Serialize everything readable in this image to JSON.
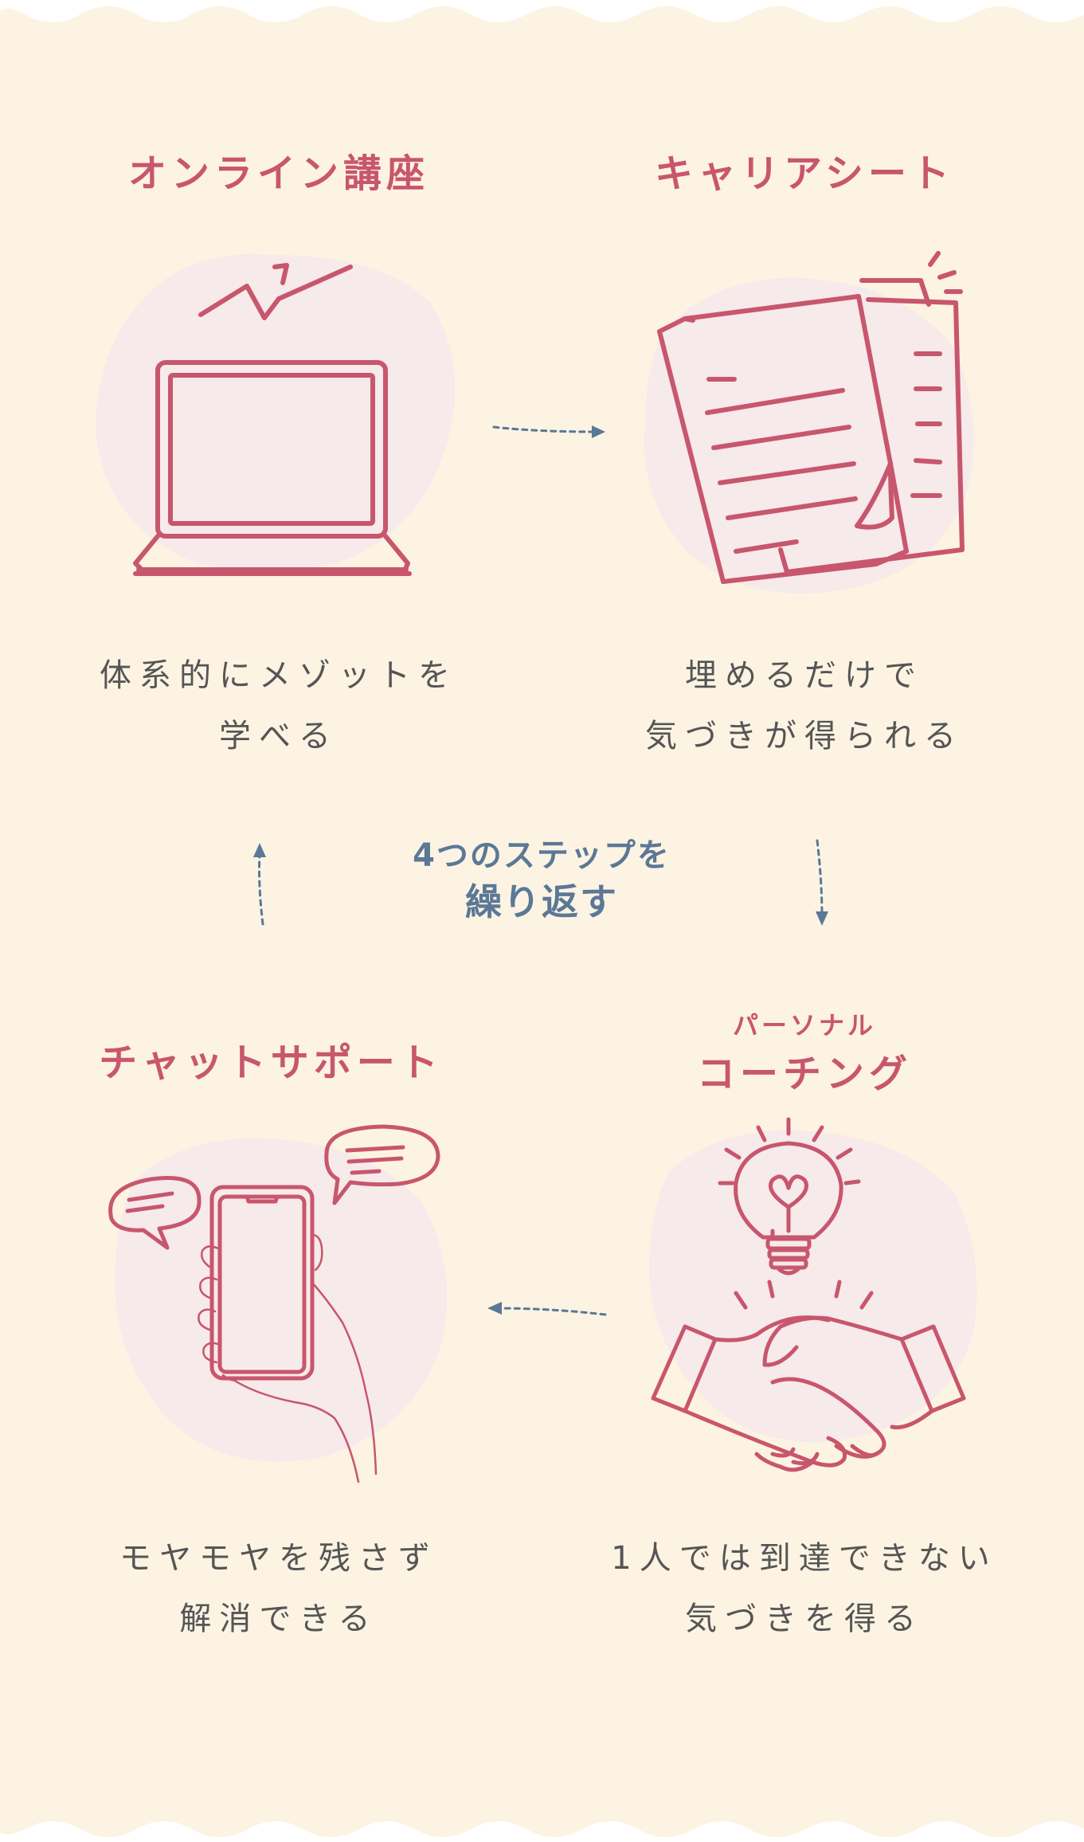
{
  "colors": {
    "background": "#fcf3e3",
    "title": "#c8566d",
    "text": "#555555",
    "center_label": "#5b7896",
    "blob": "#f6eaea",
    "line": "#c8566d",
    "arrow": "#5b7896"
  },
  "steps": {
    "online_course": {
      "title": "オンライン講座",
      "desc_line1": "体系的にメゾットを",
      "desc_line2": "学べる",
      "icon": "laptop-chart-icon"
    },
    "career_sheet": {
      "title": "キャリアシート",
      "desc_line1": "埋めるだけで",
      "desc_line2": "気づきが得られる",
      "icon": "documents-icon"
    },
    "personal_coaching": {
      "subtitle": "パーソナル",
      "title": "コーチング",
      "desc_line1": "1人では到達できない",
      "desc_line2": "気づきを得る",
      "icon": "handshake-lightbulb-icon"
    },
    "chat_support": {
      "title": "チャットサポート",
      "desc_line1": "モヤモヤを残さず",
      "desc_line2": "解消できる",
      "icon": "smartphone-chat-icon"
    }
  },
  "center": {
    "line1": "4つのステップを",
    "line2": "繰り返す"
  }
}
